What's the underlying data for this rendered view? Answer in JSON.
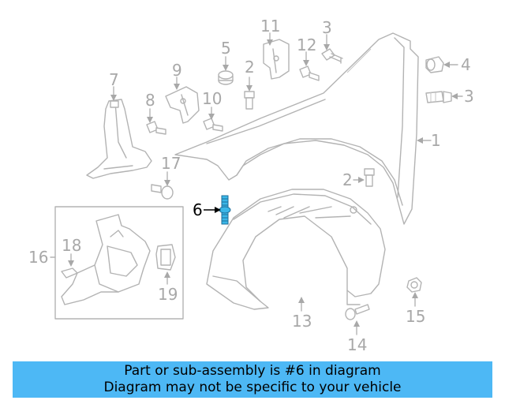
{
  "diagram": {
    "callouts": {
      "c1": "1",
      "c2a": "2",
      "c2b": "2",
      "c3a": "3",
      "c3b": "3",
      "c4": "4",
      "c5": "5",
      "c6": "6",
      "c7": "7",
      "c8": "8",
      "c9": "9",
      "c10": "10",
      "c11": "11",
      "c12": "12",
      "c13": "13",
      "c14": "14",
      "c15": "15",
      "c16": "16",
      "c17": "17",
      "c18": "18",
      "c19": "19"
    },
    "highlight_part": "6",
    "highlight_color": "#3ab7e8",
    "line_color": "#b3b3b3"
  },
  "banner": {
    "line1": "Part or sub-assembly is #6 in diagram",
    "line2": "Diagram may not be specific to your vehicle",
    "background": "#4db8f5"
  }
}
